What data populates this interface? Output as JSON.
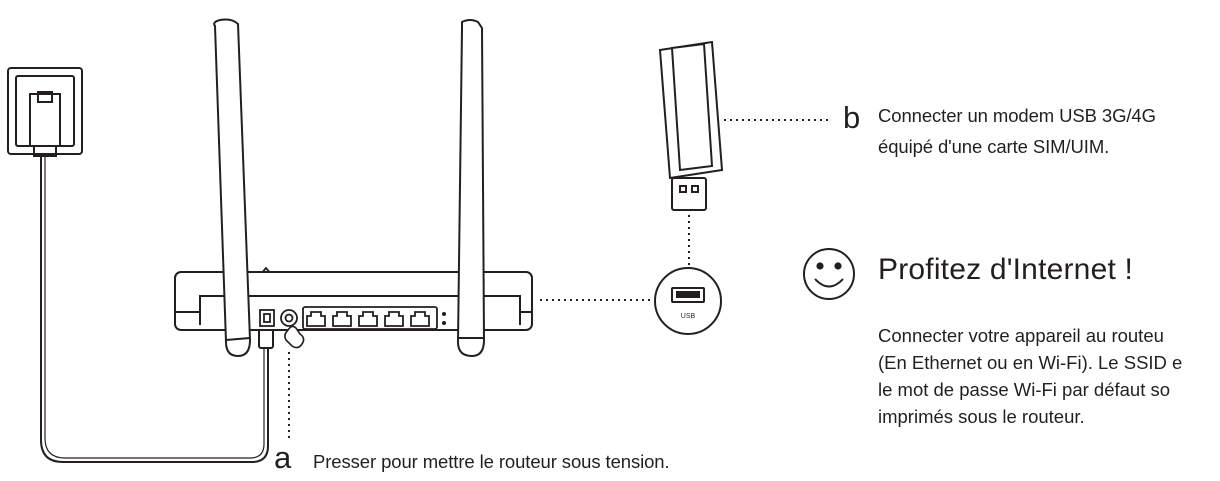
{
  "step_a": {
    "letter": "a",
    "text": "Presser pour mettre le routeur sous tension."
  },
  "step_b": {
    "letter": "b",
    "line1": "Connecter un modem USB 3G/4G",
    "line2": "équipé d'une carte SIM/UIM."
  },
  "enjoy": {
    "icon": "smiley-icon",
    "title": "Profitez d'Internet !",
    "lines": [
      "Connecter votre appareil au routeu",
      "(En Ethernet ou en Wi-Fi). Le SSID e",
      "le mot de passe Wi-Fi par défaut so",
      "imprimés sous le routeur."
    ]
  },
  "usb_port_label": "USB"
}
